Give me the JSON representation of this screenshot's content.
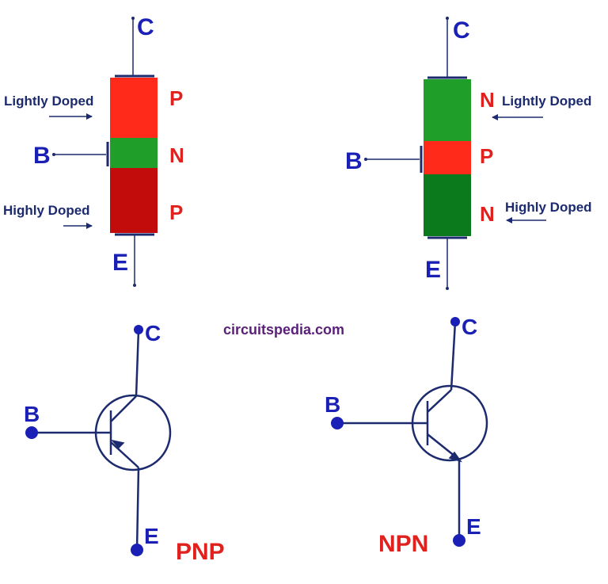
{
  "website": "circuitspedia.com",
  "colors": {
    "wire": "#1c2a6e",
    "terminal": "#1a1fb5",
    "label_red": "#e0221f",
    "p_light": "#ff2a1a",
    "p_dark": "#c20c0c",
    "n_light": "#1f9e2a",
    "n_dark": "#0b7a1c",
    "website": "#5b1f7a"
  },
  "pnp_block": {
    "collector": "C",
    "base": "B",
    "emitter": "E",
    "layers": [
      "P",
      "N",
      "P"
    ],
    "lightly_doped": "Lightly Doped",
    "highly_doped": "Highly Doped"
  },
  "npn_block": {
    "collector": "C",
    "base": "B",
    "emitter": "E",
    "layers": [
      "N",
      "P",
      "N"
    ],
    "lightly_doped": "Lightly Doped",
    "highly_doped": "Highly Doped"
  },
  "pnp_symbol": {
    "collector": "C",
    "base": "B",
    "emitter": "E",
    "name": "PNP"
  },
  "npn_symbol": {
    "collector": "C",
    "base": "B",
    "emitter": "E",
    "name": "NPN"
  }
}
